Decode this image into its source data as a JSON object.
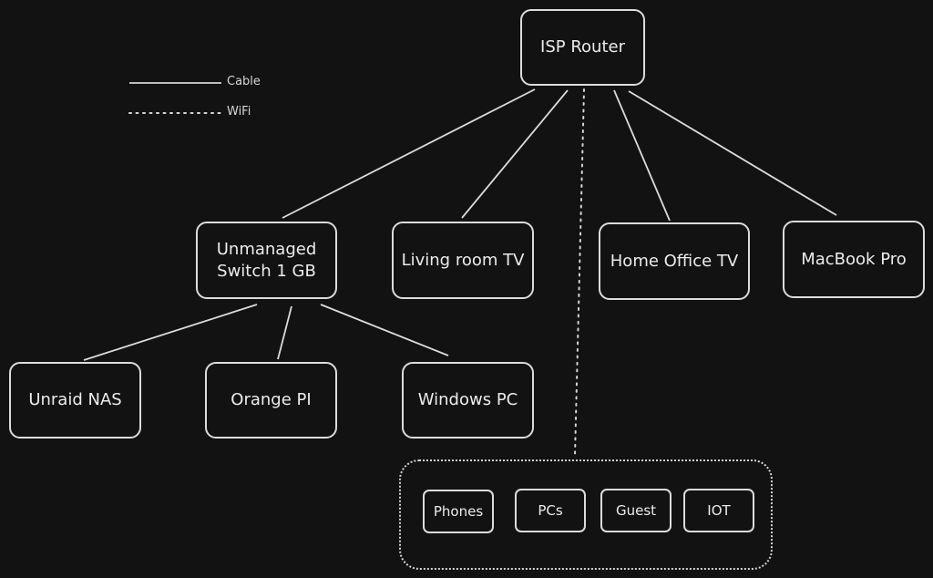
{
  "legend": {
    "cable_label": "Cable",
    "wifi_label": "WiFi"
  },
  "nodes": {
    "isp_router": "ISP Router",
    "switch": "Unmanaged\nSwitch 1 GB",
    "living_room_tv": "Living room TV",
    "home_office_tv": "Home Office TV",
    "macbook_pro": "MacBook Pro",
    "unraid_nas": "Unraid NAS",
    "orange_pi": "Orange PI",
    "windows_pc": "Windows PC"
  },
  "wifi_clients": {
    "phones": "Phones",
    "pcs": "PCs",
    "guest": "Guest",
    "iot": "IOT"
  },
  "connections": [
    {
      "from": "ISP Router",
      "to": "Unmanaged Switch 1 GB",
      "type": "cable"
    },
    {
      "from": "ISP Router",
      "to": "Living room TV",
      "type": "cable"
    },
    {
      "from": "ISP Router",
      "to": "Home Office TV",
      "type": "cable"
    },
    {
      "from": "ISP Router",
      "to": "MacBook Pro",
      "type": "cable"
    },
    {
      "from": "ISP Router",
      "to": "WiFi clients",
      "type": "wifi"
    },
    {
      "from": "Unmanaged Switch 1 GB",
      "to": "Unraid NAS",
      "type": "cable"
    },
    {
      "from": "Unmanaged Switch 1 GB",
      "to": "Orange PI",
      "type": "cable"
    },
    {
      "from": "Unmanaged Switch 1 GB",
      "to": "Windows PC",
      "type": "cable"
    }
  ],
  "colors": {
    "background": "#121212",
    "stroke": "#dcdcdc",
    "text": "#ececec"
  }
}
